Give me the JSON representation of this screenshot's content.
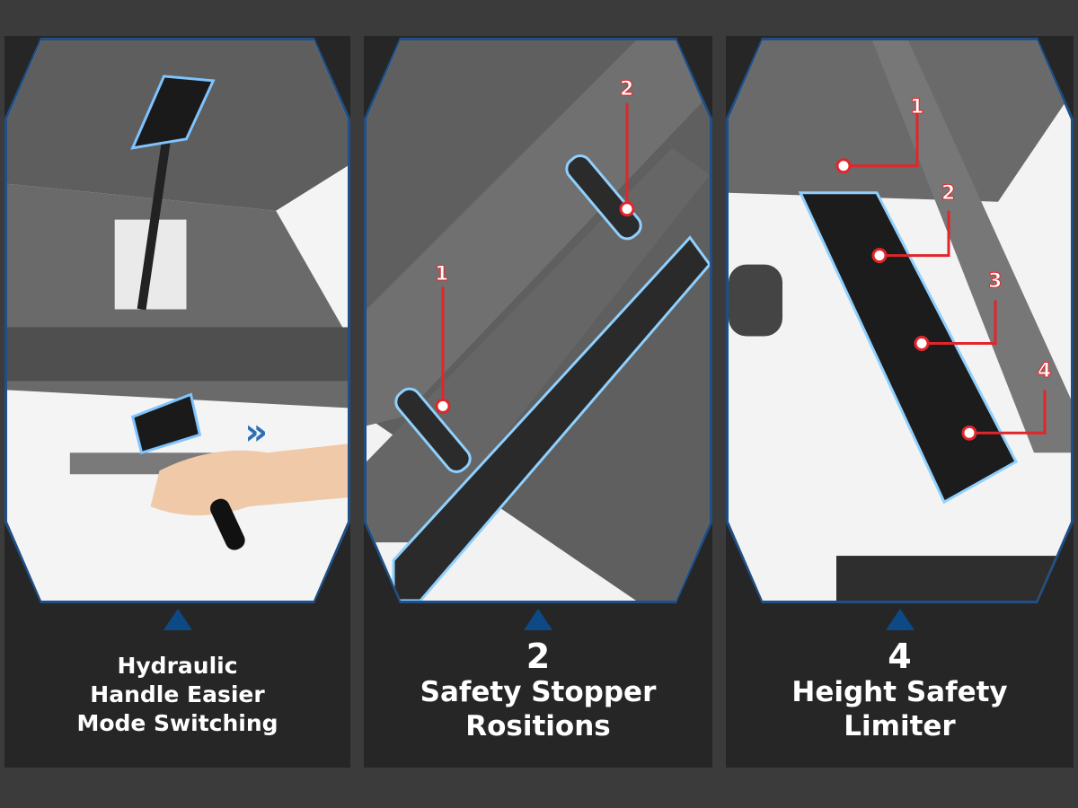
{
  "panels": [
    {
      "number": "",
      "lines": [
        "Hydraulic",
        "Handle Easier",
        "Mode Switching"
      ],
      "callouts": []
    },
    {
      "number": "2",
      "lines": [
        "Safety Stopper",
        "Rositions"
      ],
      "callouts": [
        "1",
        "2"
      ]
    },
    {
      "number": "4",
      "lines": [
        "Height Safety",
        "Limiter"
      ],
      "callouts": [
        "1",
        "2",
        "3",
        "4"
      ]
    }
  ],
  "colors": {
    "accent_blue": "#0d4a85",
    "callout_red": "#e0262b",
    "panel_bg": "#262626",
    "page_bg": "#3b3b3b"
  }
}
